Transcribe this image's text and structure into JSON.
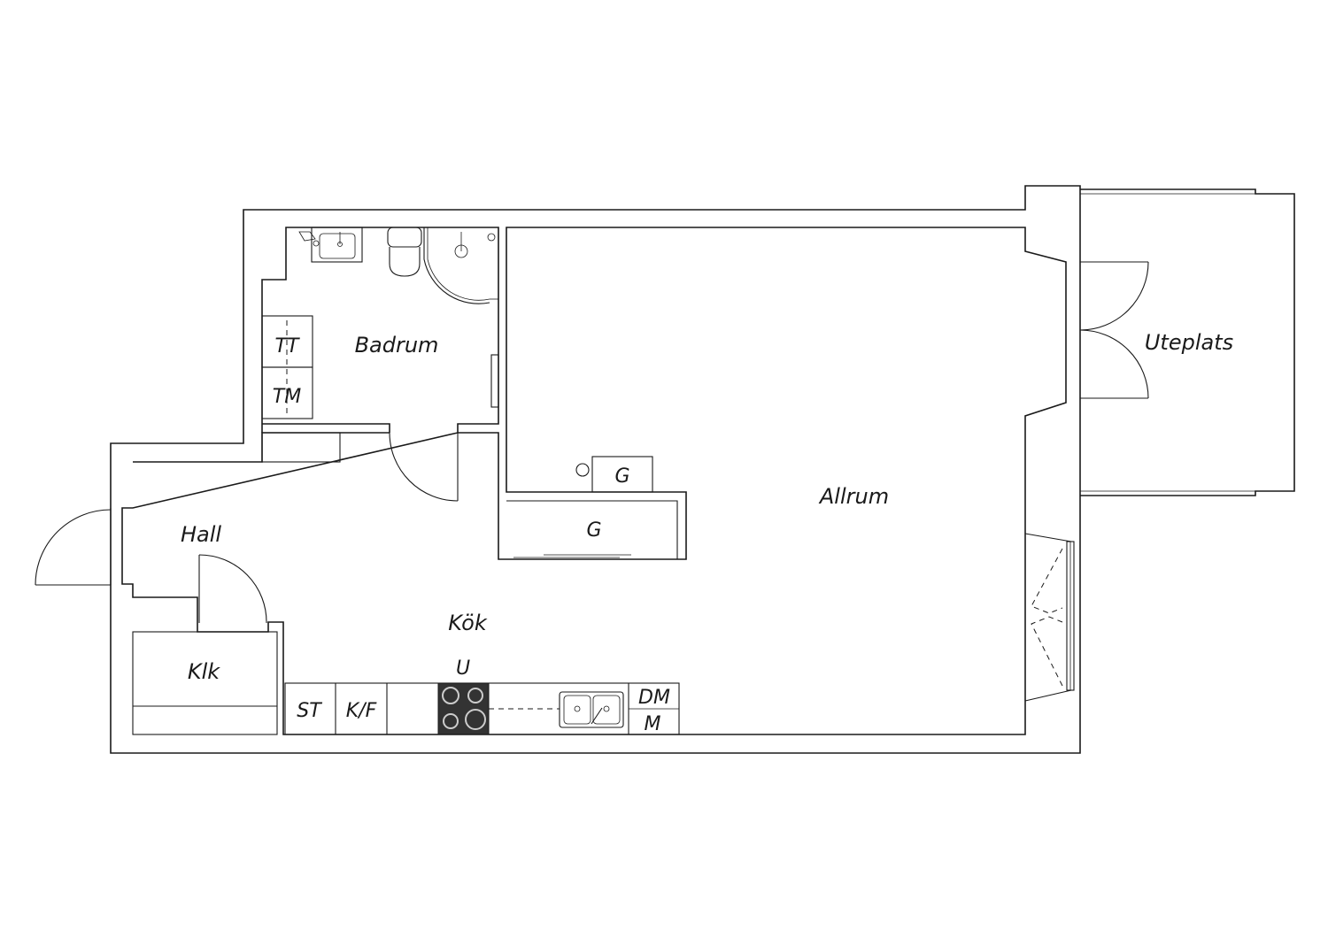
{
  "rooms": {
    "badrum": "Badrum",
    "allrum": "Allrum",
    "uteplats": "Uteplats",
    "hall": "Hall",
    "kok": "Kök",
    "klk": "Klk"
  },
  "fixtures": {
    "tt": "TT",
    "tm": "TM",
    "g_upper": "G",
    "g_lower": "G",
    "u": "U",
    "st": "ST",
    "kf": "K/F",
    "dm": "DM",
    "m": "M"
  },
  "colors": {
    "line": "#1a1a1a",
    "background": "#ffffff",
    "stove": "#333333"
  }
}
